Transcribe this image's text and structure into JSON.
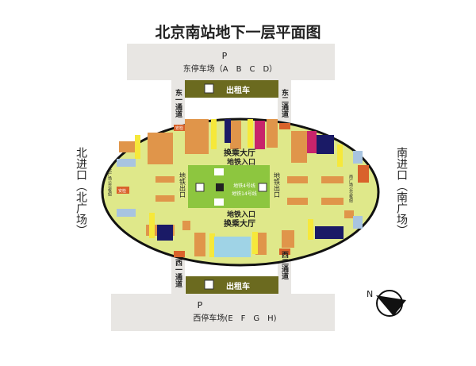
{
  "title": "北京南站地下一层平面图",
  "east_parking": {
    "p": "P",
    "label": "东停车场（A　B　C　D）"
  },
  "west_parking": {
    "p": "P",
    "label": "西停车场(E　F　G　H)"
  },
  "taxi_label": "出租车",
  "channels": {
    "east1": "东一通道",
    "east2": "东二通道",
    "west1": "西一通道",
    "west2": "西二通道"
  },
  "north_entrance": "北进口（北广场）",
  "south_entrance": "南进口（南广场）",
  "hall": {
    "transfer_hall": "换乘大厅",
    "metro_entrance": "地铁入口",
    "metro_exit": "地铁出口",
    "line4": "地铁4号线",
    "line14": "地铁14号线"
  },
  "security_label": "安检",
  "bus_north": "北广场公交枢纽",
  "bus_south": "南广场公交枢纽",
  "compass": "N",
  "colors": {
    "floor": "#dfe88a",
    "hall": "#8dc63f",
    "block": "#e0954a",
    "taxi": "#6b6a1f",
    "parking": "#e8e6e3",
    "dark": "#1a1a66",
    "magenta": "#c8246b",
    "security": "#d9622b"
  }
}
